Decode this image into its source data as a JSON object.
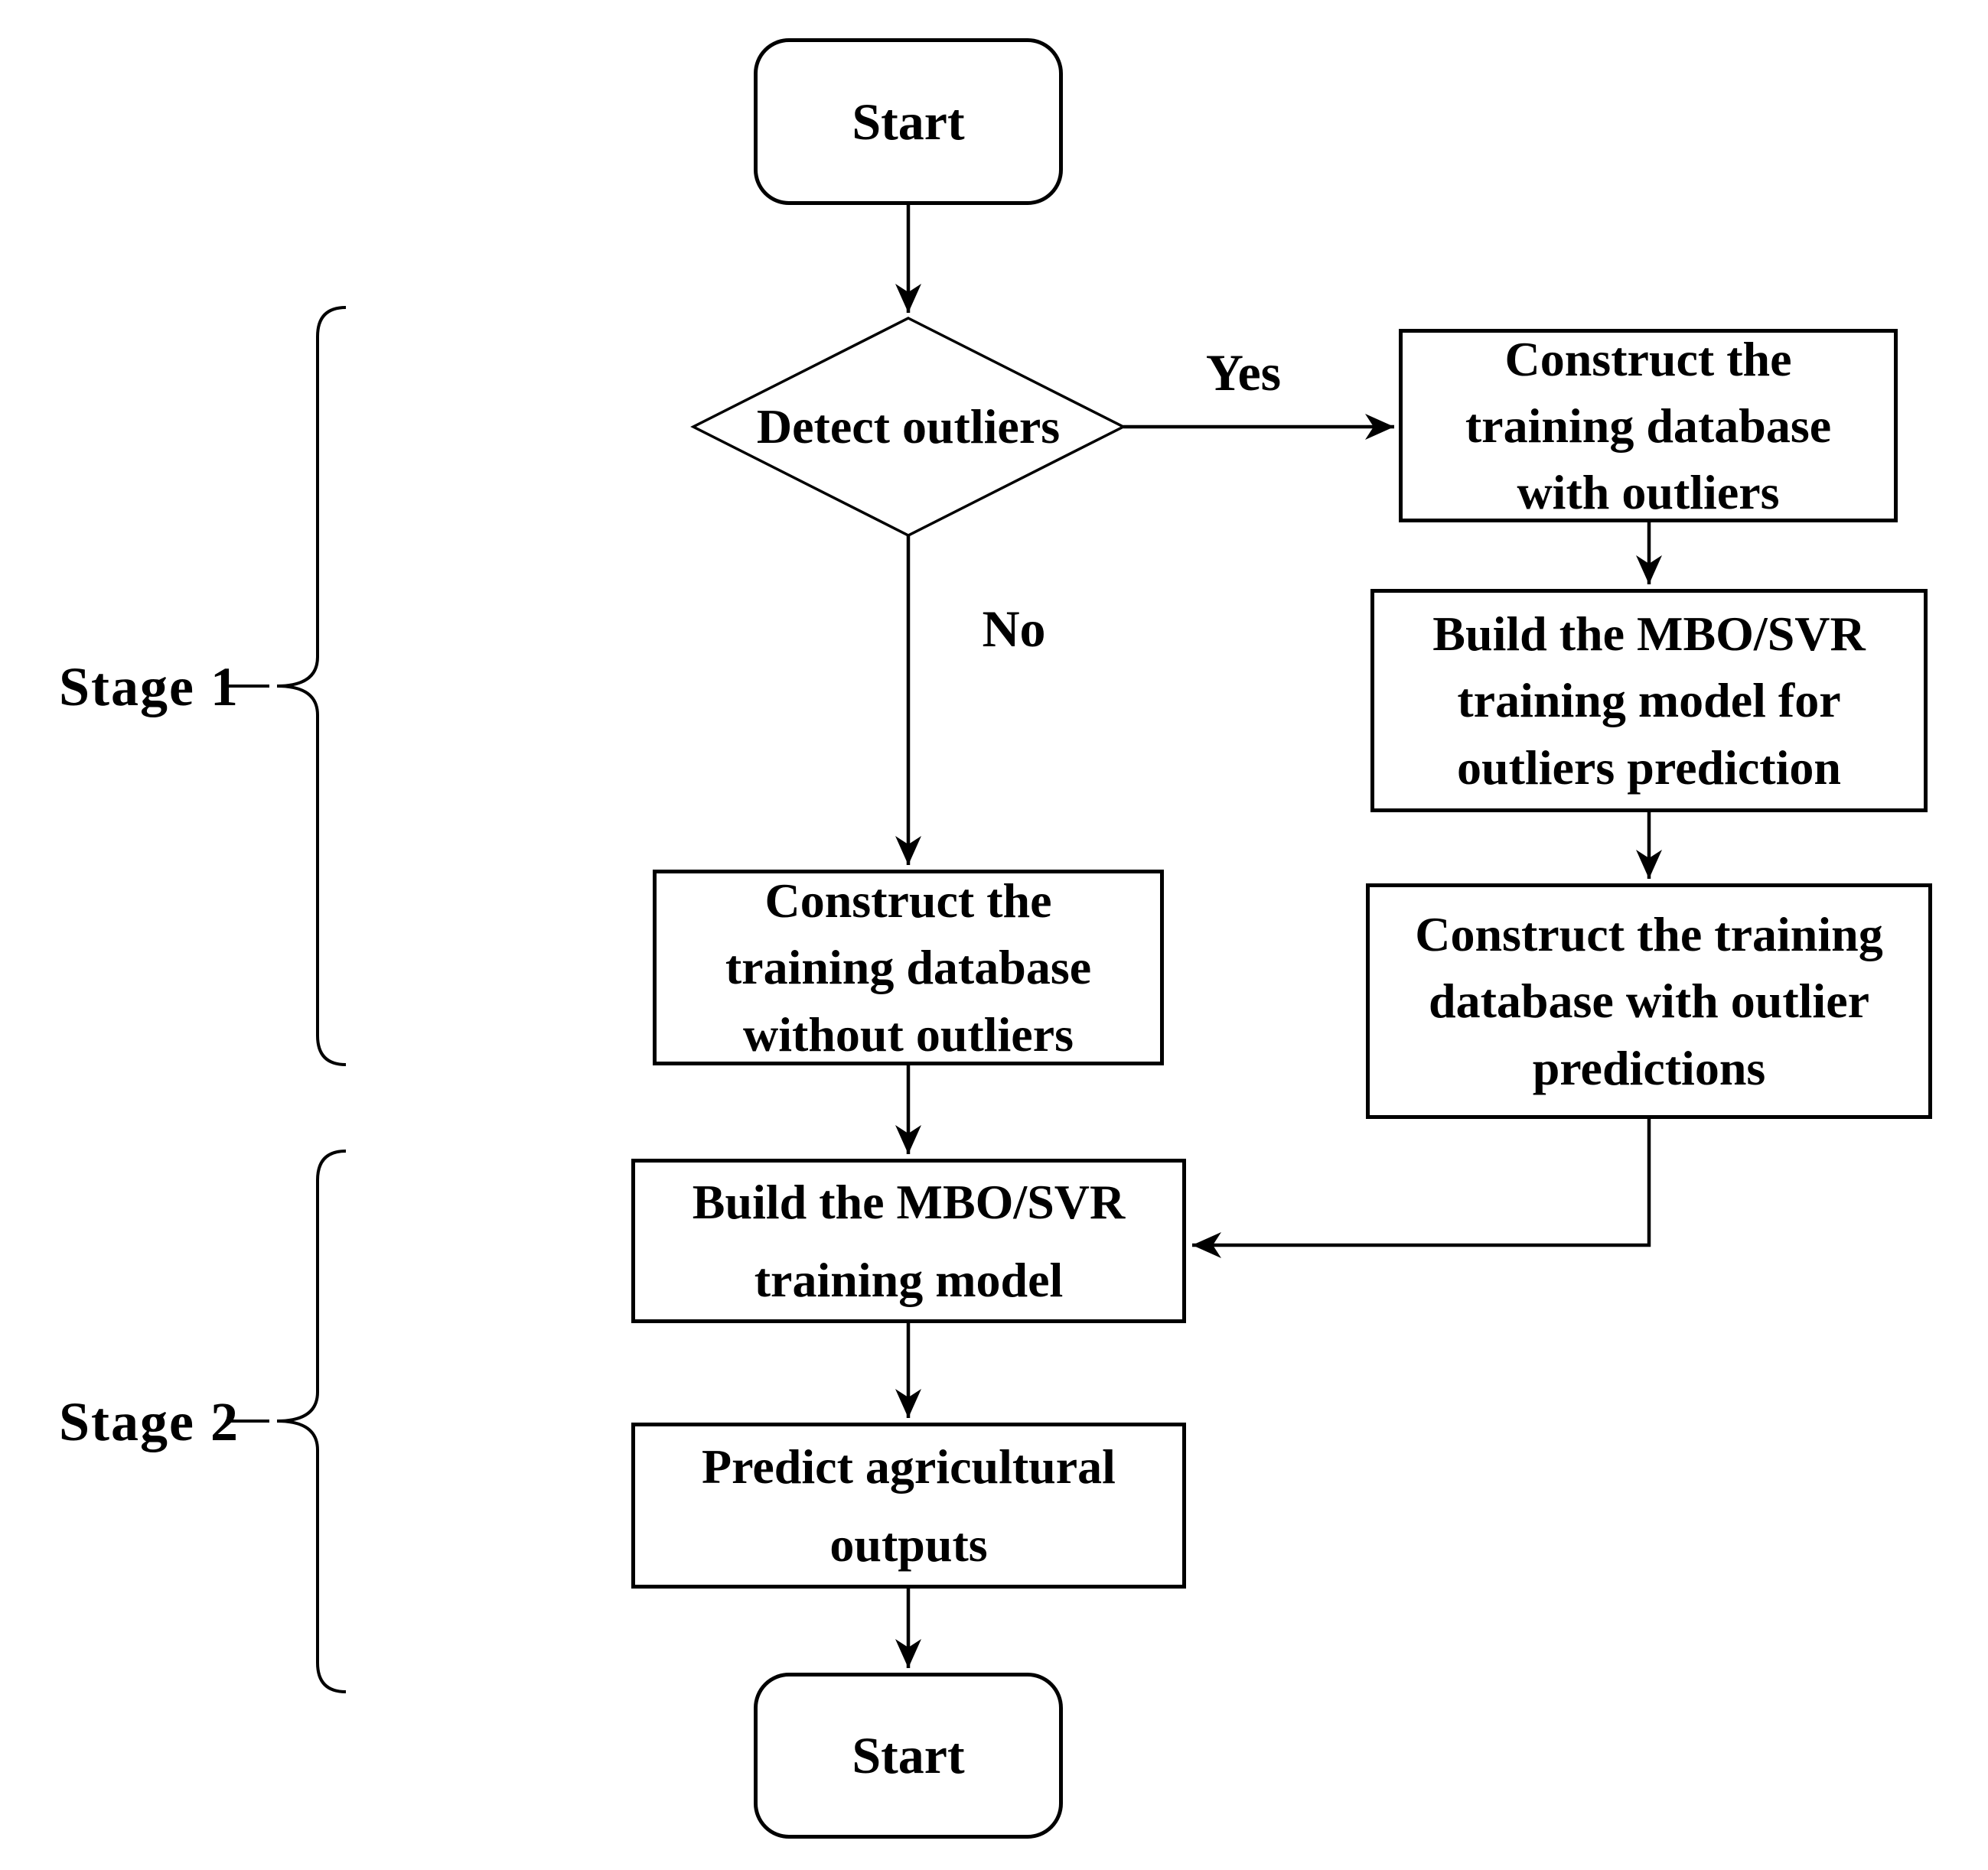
{
  "figure": {
    "type": "flowchart",
    "background_color": "#ffffff",
    "line_color": "#000000",
    "text_color": "#000000"
  },
  "nodes": {
    "start_top": {
      "label": "Start",
      "shape": "rounded-rectangle"
    },
    "detect_outliers": {
      "label": "Detect outliers",
      "shape": "diamond"
    },
    "construct_db_with_outliers": {
      "label": "Construct the\ntraining database\nwith outliers",
      "shape": "rectangle"
    },
    "build_mbo_svr_outliers": {
      "label": "Build the MBO/SVR\ntraining model for\noutliers prediction",
      "shape": "rectangle"
    },
    "construct_db_outlier_predictions": {
      "label": "Construct the training\ndatabase with outlier\npredictions",
      "shape": "rectangle"
    },
    "construct_db_without_outliers": {
      "label": "Construct the\ntraining database\nwithout outliers",
      "shape": "rectangle"
    },
    "build_mbo_svr": {
      "label": "Build the MBO/SVR\ntraining model",
      "shape": "rectangle"
    },
    "predict_agricultural_outputs": {
      "label": "Predict agricultural\noutputs",
      "shape": "rectangle"
    },
    "start_bottom": {
      "label": "Start",
      "shape": "rounded-rectangle"
    }
  },
  "edge_labels": {
    "yes": "Yes",
    "no": "No"
  },
  "edges": [
    {
      "from": "start_top",
      "to": "detect_outliers"
    },
    {
      "from": "detect_outliers",
      "to": "construct_db_with_outliers",
      "label": "Yes"
    },
    {
      "from": "construct_db_with_outliers",
      "to": "build_mbo_svr_outliers"
    },
    {
      "from": "build_mbo_svr_outliers",
      "to": "construct_db_outlier_predictions"
    },
    {
      "from": "construct_db_outlier_predictions",
      "to": "build_mbo_svr"
    },
    {
      "from": "detect_outliers",
      "to": "construct_db_without_outliers",
      "label": "No"
    },
    {
      "from": "construct_db_without_outliers",
      "to": "build_mbo_svr"
    },
    {
      "from": "build_mbo_svr",
      "to": "predict_agricultural_outputs"
    },
    {
      "from": "predict_agricultural_outputs",
      "to": "start_bottom"
    }
  ],
  "stages": {
    "stage1": {
      "label": "Stage 1",
      "covers": "outlier detection and training database construction"
    },
    "stage2": {
      "label": "Stage 2",
      "covers": "model building and agricultural output prediction"
    }
  }
}
